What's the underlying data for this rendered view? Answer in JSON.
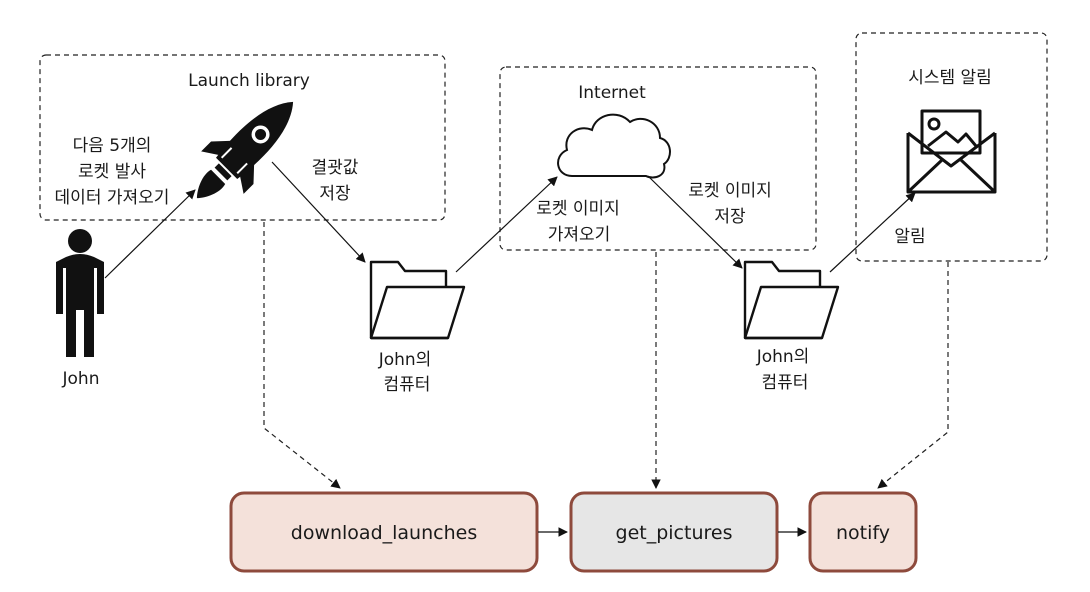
{
  "colors": {
    "task_fill": "#f4e1da",
    "task_stroke": "#8e4a3c",
    "task_active_fill": "#e6e6e6",
    "icon_dark": "#111111"
  },
  "groups": {
    "launch_library": {
      "title": "Launch library"
    },
    "internet": {
      "title": "Internet"
    },
    "system_notification": {
      "title": "시스템 알림"
    }
  },
  "actors": {
    "john": {
      "label": "John",
      "icon": "person-icon"
    }
  },
  "nodes": {
    "computer_1": {
      "line1": "John의",
      "line2": "컴퓨터",
      "icon": "folder-icon"
    },
    "computer_2": {
      "line1": "John의",
      "line2": "컴퓨터",
      "icon": "folder-icon"
    },
    "rocket": {
      "icon": "rocket-icon"
    },
    "cloud": {
      "icon": "cloud-icon"
    },
    "mail": {
      "icon": "mail-image-icon"
    }
  },
  "edges": {
    "fetch_launches": {
      "line1": "다음 5개의",
      "line2": "로켓 발사",
      "line3": "데이터 가져오기"
    },
    "save_results": {
      "line1": "결괏값",
      "line2": "저장"
    },
    "fetch_images": {
      "line1": "로켓 이미지",
      "line2": "가져오기"
    },
    "save_images": {
      "line1": "로켓 이미지",
      "line2": "저장"
    },
    "notify": {
      "line1": "알림"
    }
  },
  "tasks": [
    {
      "id": "download_launches",
      "label": "download_launches"
    },
    {
      "id": "get_pictures",
      "label": "get_pictures"
    },
    {
      "id": "notify",
      "label": "notify"
    }
  ]
}
